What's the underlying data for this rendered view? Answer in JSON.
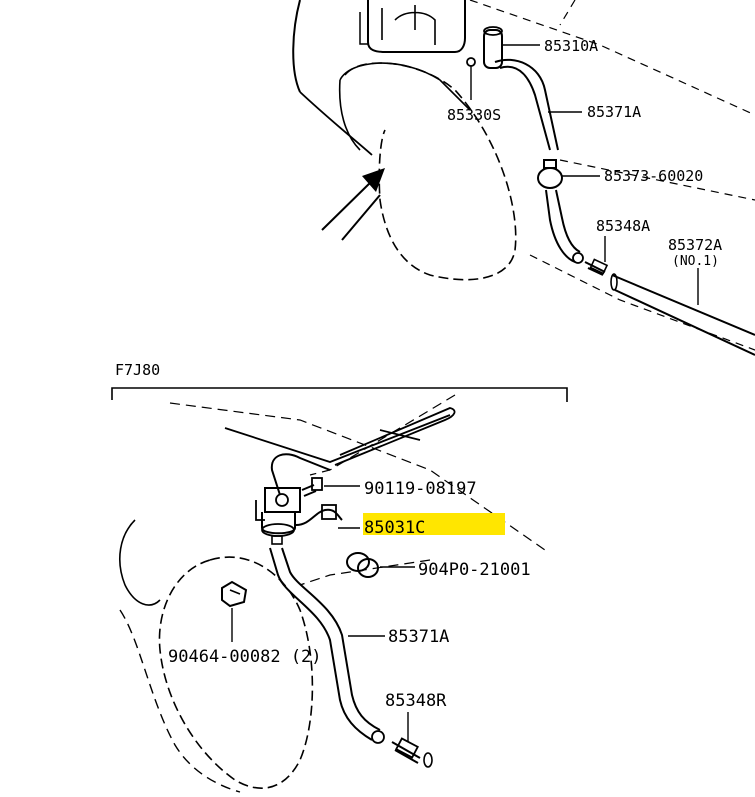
{
  "section_label": "F7J80",
  "highlight_color": "#ffe600",
  "top_parts": {
    "p85310": "85310A",
    "p85330": "85330S",
    "p85371": "85371A",
    "p85373": "85373-60020",
    "p85348": "85348A",
    "p85372": "85372A",
    "p85372_note": "(NO.1)"
  },
  "bottom_parts": {
    "p90119": "90119-08197",
    "p85031": "85031C",
    "p904p0": "904P0-21001",
    "p85371": "85371A",
    "p90464": "90464-00082 (2)",
    "p85348": "85348R"
  }
}
